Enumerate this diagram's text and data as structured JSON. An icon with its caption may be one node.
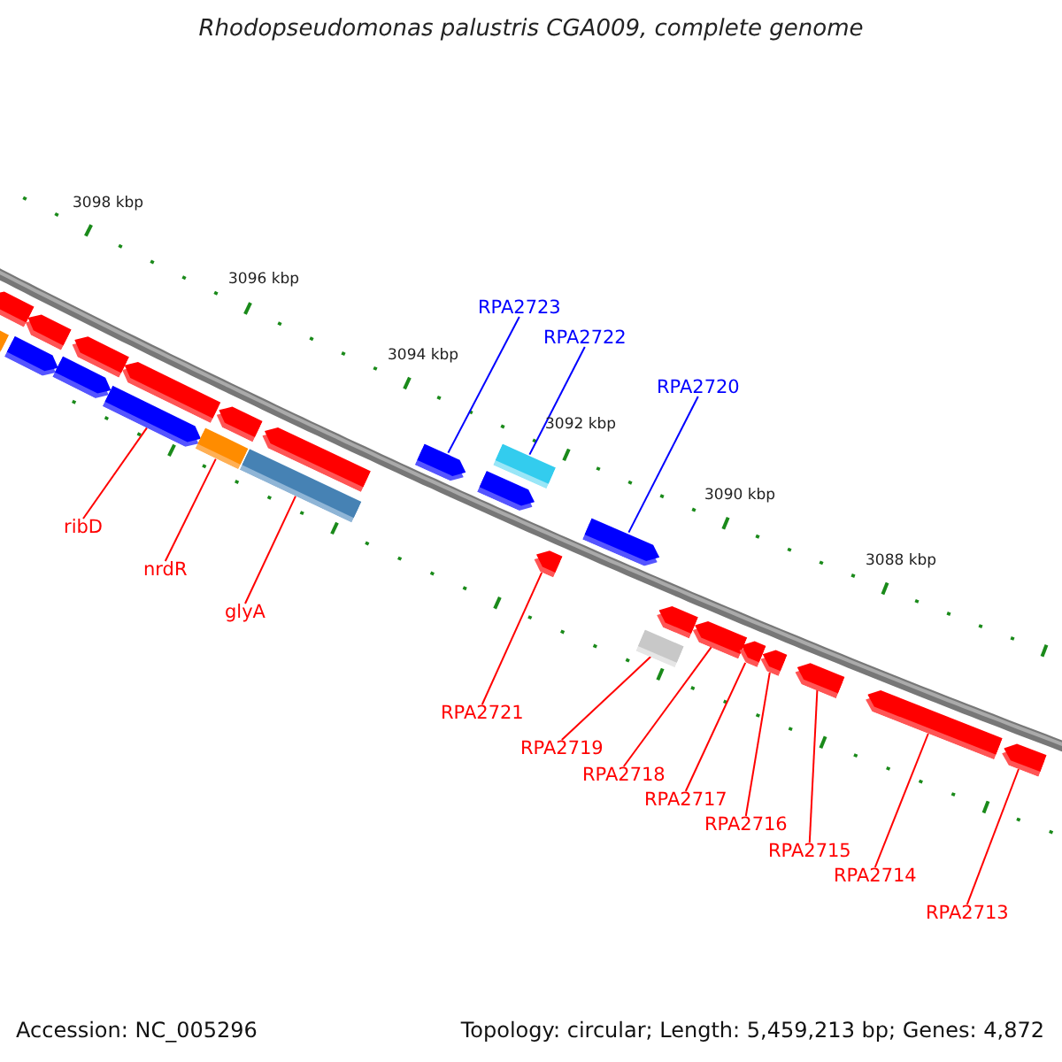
{
  "diagram": {
    "title": "Rhodopseudomonas palustris CGA009, complete genome",
    "nodes": [
      {
        "text": [
          "RPA2723"
        ]
      },
      {
        "text": [
          "RPA2722"
        ]
      },
      {
        "text": [
          "RPA2720"
        ]
      },
      {
        "text": [
          "ribD"
        ]
      },
      {
        "text": [
          "nrdR"
        ]
      },
      {
        "text": [
          "glyA"
        ]
      },
      {
        "text": [
          "RPA2721"
        ]
      },
      {
        "text": [
          "RPA2719"
        ]
      },
      {
        "text": [
          "RPA2718"
        ]
      },
      {
        "text": [
          "RPA2717"
        ]
      },
      {
        "text": [
          "RPA2716"
        ]
      },
      {
        "text": [
          "RPA2715"
        ]
      },
      {
        "text": [
          "RPA2714"
        ]
      },
      {
        "text": [
          "RPA2713"
        ]
      },
      {
        "text": [],
        "shape": "pentagon"
      },
      {
        "text": [],
        "shape": "pentagon"
      },
      {
        "text": [],
        "shape": "bar"
      },
      {
        "text": [],
        "shape": "pentagon"
      },
      {
        "text": [],
        "shape": "pentagon"
      },
      {
        "text": [],
        "shape": "pentagon"
      },
      {
        "text": [],
        "shape": "pentagon"
      },
      {
        "text": [],
        "shape": "pentagon"
      },
      {
        "text": [],
        "shape": "pentagon"
      },
      {
        "text": [],
        "shape": "bar"
      },
      {
        "text": [],
        "shape": "pentagon"
      },
      {
        "text": [],
        "shape": "bar"
      },
      {
        "text": [],
        "shape": "pentagon"
      },
      {
        "text": [],
        "shape": "bar"
      },
      {
        "text": [],
        "shape": "pentagon"
      },
      {
        "text": [],
        "shape": "pentagon"
      },
      {
        "text": [],
        "shape": "pentagon"
      },
      {
        "text": [],
        "shape": "pentagon"
      },
      {
        "text": [],
        "shape": "bar"
      },
      {
        "text": [],
        "shape": "pentagon"
      },
      {
        "text": [],
        "shape": "pentagon"
      },
      {
        "text": [],
        "shape": "pentagon"
      },
      {
        "text": [],
        "shape": "pentagon"
      },
      {
        "text": [],
        "shape": "pentagon"
      },
      {
        "text": [],
        "shape": "pentagon"
      }
    ],
    "edges": [
      {
        "from": 0,
        "to": 26,
        "arrow": "none",
        "color": "#0000ff"
      },
      {
        "from": 1,
        "to": 27,
        "arrow": "none",
        "color": "#0000ff"
      },
      {
        "from": 2,
        "to": 30,
        "arrow": "none",
        "color": "#0000ff"
      },
      {
        "from": 3,
        "to": 21,
        "arrow": "none"
      },
      {
        "from": 4,
        "to": 23,
        "arrow": "none"
      },
      {
        "from": 5,
        "to": 25,
        "arrow": "none"
      },
      {
        "from": 6,
        "to": 29,
        "arrow": "none"
      },
      {
        "from": 7,
        "to": 32,
        "arrow": "none"
      },
      {
        "from": 8,
        "to": 33,
        "arrow": "none"
      },
      {
        "from": 9,
        "to": 34,
        "arrow": "none"
      },
      {
        "from": 10,
        "to": 35,
        "arrow": "none"
      },
      {
        "from": 11,
        "to": 36,
        "arrow": "none"
      },
      {
        "from": 12,
        "to": 37,
        "arrow": "none"
      },
      {
        "from": 13,
        "to": 38,
        "arrow": "none"
      }
    ],
    "labels": [
      "3098 kbp",
      "3096 kbp",
      "3094 kbp",
      "3092 kbp",
      "3090 kbp",
      "3088 kbp",
      "Accession: NC_005296",
      "Topology: circular; Length: 5,459,213 bp; Genes: 4,872"
    ]
  }
}
